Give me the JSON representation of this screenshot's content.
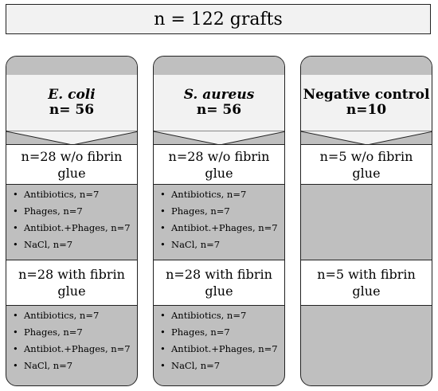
{
  "top": {
    "label": "n = 122 grafts"
  },
  "columns": [
    {
      "title": "E. coli",
      "count": "n= 56",
      "italic": true,
      "group1_label": "n=28 w/o fibrin glue",
      "group1_items": [
        "Antibiotics, n=7",
        "Phages, n=7",
        "Antibiot.+Phages, n=7",
        "NaCl, n=7"
      ],
      "group2_label": "n=28 with fibrin glue",
      "group2_items": [
        "Antibiotics, n=7",
        "Phages, n=7",
        "Antibiot.+Phages, n=7",
        "NaCl, n=7"
      ]
    },
    {
      "title": "S. aureus",
      "count": "n= 56",
      "italic": true,
      "group1_label": "n=28 w/o fibrin glue",
      "group1_items": [
        "Antibiotics, n=7",
        "Phages, n=7",
        "Antibiot.+Phages, n=7",
        "NaCl, n=7"
      ],
      "group2_label": "n=28 with fibrin glue",
      "group2_items": [
        "Antibiotics, n=7",
        "Phages, n=7",
        "Antibiot.+Phages, n=7",
        "NaCl, n=7"
      ]
    },
    {
      "title": "Negative control",
      "count": "n=10",
      "italic": false,
      "group1_label": "n=5 w/o fibrin glue",
      "group1_items": [],
      "group2_label": "n=5 with fibrin glue",
      "group2_items": []
    }
  ],
  "colors": {
    "header_fill": "#f2f2f2",
    "group_fill": "#bfbfbf",
    "band_fill": "#ffffff",
    "stroke": "#222222"
  }
}
